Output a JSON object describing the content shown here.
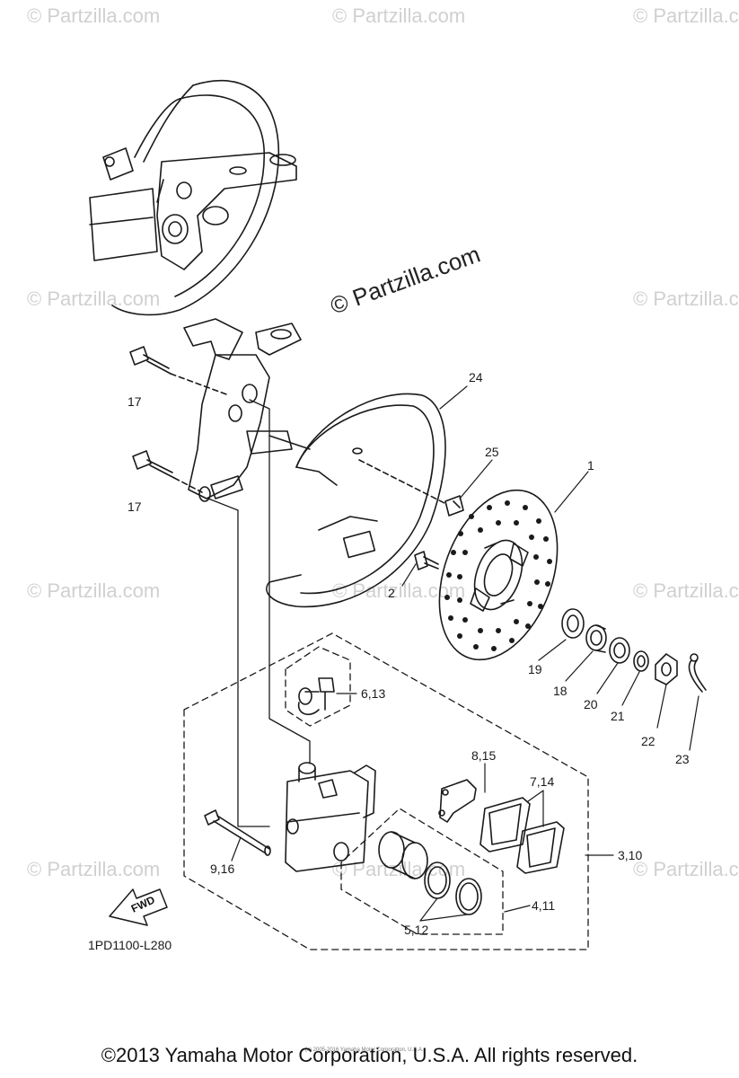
{
  "watermark": {
    "text": "© Partzilla.com"
  },
  "center_watermark": "© Partzilla.com",
  "callouts": [
    {
      "id": "c17a",
      "label": "17"
    },
    {
      "id": "c17b",
      "label": "17"
    },
    {
      "id": "c24",
      "label": "24"
    },
    {
      "id": "c25",
      "label": "25"
    },
    {
      "id": "c1",
      "label": "1"
    },
    {
      "id": "c2",
      "label": "2"
    },
    {
      "id": "c19",
      "label": "19"
    },
    {
      "id": "c18",
      "label": "18"
    },
    {
      "id": "c20",
      "label": "20"
    },
    {
      "id": "c21",
      "label": "21"
    },
    {
      "id": "c22",
      "label": "22"
    },
    {
      "id": "c23",
      "label": "23"
    },
    {
      "id": "c613",
      "label": "6,13"
    },
    {
      "id": "c815",
      "label": "8,15"
    },
    {
      "id": "c714",
      "label": "7,14"
    },
    {
      "id": "c310",
      "label": "3,10"
    },
    {
      "id": "c916",
      "label": "9,16"
    },
    {
      "id": "c411",
      "label": "4,11"
    },
    {
      "id": "c512",
      "label": "5,12"
    }
  ],
  "fwd_label": "FWD",
  "diagram_ref": "1PD1100-L280",
  "small_copyright": "(c) 2005-2016 Yamaha Motor Corporation, U.S.A.",
  "footer": "©2013 Yamaha Motor Corporation, U.S.A. All rights reserved."
}
